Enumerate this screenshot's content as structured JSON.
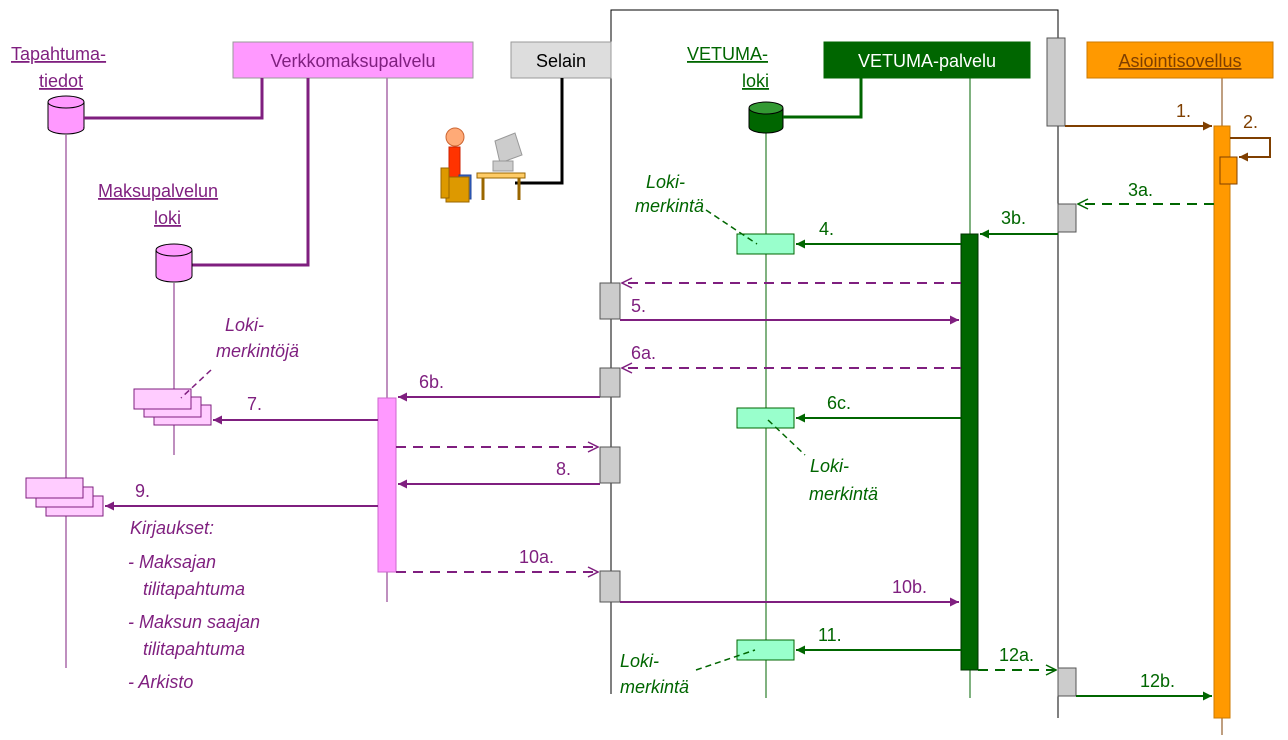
{
  "participants": {
    "tapahtumatiedot": {
      "line1": "Tapahtuma-",
      "line2": "tiedot"
    },
    "verkkomaksupalvelu": {
      "label": "Verkkomaksupalvelu"
    },
    "maksupalvelun_loki": {
      "line1": "Maksupalvelun",
      "line2": "loki"
    },
    "selain": {
      "label": "Selain"
    },
    "vetuma_loki": {
      "line1": "VETUMA-",
      "line2": "loki"
    },
    "vetuma_palvelu": {
      "label": "VETUMA-palvelu"
    },
    "asiointisovellus": {
      "label": "Asiointisovellus"
    }
  },
  "messages": {
    "m1": "1.",
    "m2": "2.",
    "m3a": "3a.",
    "m3b": "3b.",
    "m4": "4.",
    "m5": "5.",
    "m6a": "6a.",
    "m6b": "6b.",
    "m6c": "6c.",
    "m7": "7.",
    "m8": "8.",
    "m9": "9.",
    "m10a": "10a.",
    "m10b": "10b.",
    "m11": "11.",
    "m12a": "12a.",
    "m12b": "12b."
  },
  "notes": {
    "loki1": {
      "line1": "Loki-",
      "line2": "merkintä"
    },
    "loki2": {
      "line1": "Loki-",
      "line2": "merkintöjä"
    },
    "loki3": {
      "line1": "Loki-",
      "line2": "merkintä"
    },
    "loki4": {
      "line1": "Loki-",
      "line2": "merkintä"
    }
  },
  "kirjaukset": {
    "title": "Kirjaukset:",
    "item1_line1": "- Maksajan",
    "item1_line2": "tilitapahtuma",
    "item2_line1": "- Maksun saajan",
    "item2_line2": "tilitapahtuma",
    "item3": "- Arkisto"
  },
  "colors": {
    "purple": "#7f1f7f",
    "green": "#006600",
    "brown": "#7f3f00",
    "magenta_fill": "#ff99ff",
    "light_magenta_fill": "#ffccff",
    "green_fill": "#006600",
    "light_green_fill": "#99ffcc",
    "orange_fill": "#ff9900",
    "gray_fill": "#cccccc"
  }
}
